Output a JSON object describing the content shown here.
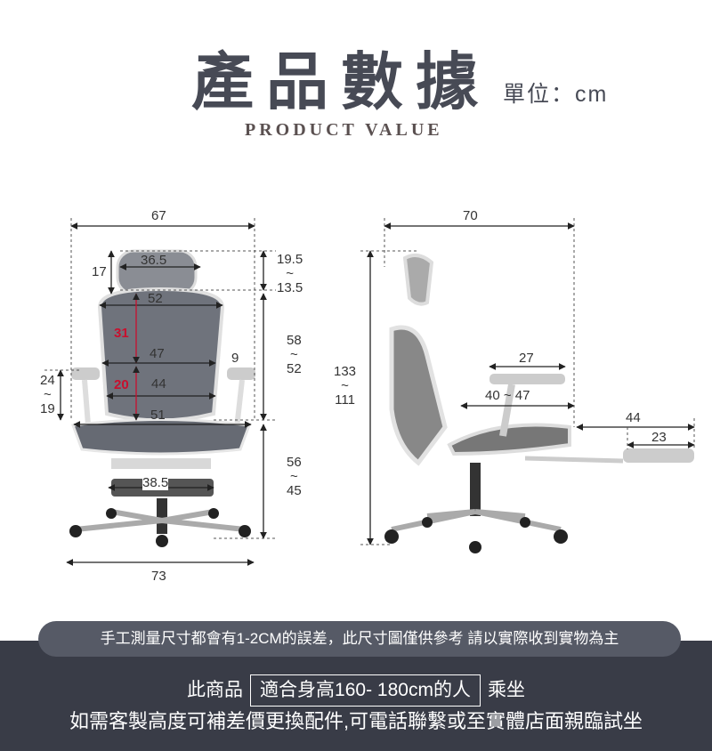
{
  "header": {
    "title": "產品數據",
    "unit": "單位：cm",
    "subtitle": "PRODUCT VALUE"
  },
  "front_view": {
    "overall_width": "67",
    "headrest_width": "36.5",
    "headrest_height": "17",
    "headrest_adjust": "19.5\n~\n13.5",
    "back_upper_width": "52",
    "back_height_mark": "31",
    "back_width": "47",
    "armrest_gap": "9",
    "back_height": "58\n~\n52",
    "armrest_height": "24\n~\n19",
    "lumbar_mark": "20",
    "lumbar_width": "44",
    "seat_width": "51",
    "seat_height": "56\n~\n45",
    "footrest_width": "38.5",
    "base_width": "73"
  },
  "side_view": {
    "overall_depth": "70",
    "overall_height": "133\n~\n111",
    "armrest_length": "27",
    "seat_depth": "40 ~ 47",
    "footrest_extension": "44",
    "footrest_pad": "23"
  },
  "footer": {
    "disclaimer": "手工測量尺寸都會有1-2CM的誤差，此尺寸圖僅供參考 請以實際收到實物為主",
    "fit_prefix": "此商品",
    "fit_highlight": "適合身高160- 180cm的人",
    "fit_suffix": "乘坐",
    "custom_note": "如需客製高度可補差價更換配件,可電話聯繫或至實體店面親臨試坐"
  }
}
